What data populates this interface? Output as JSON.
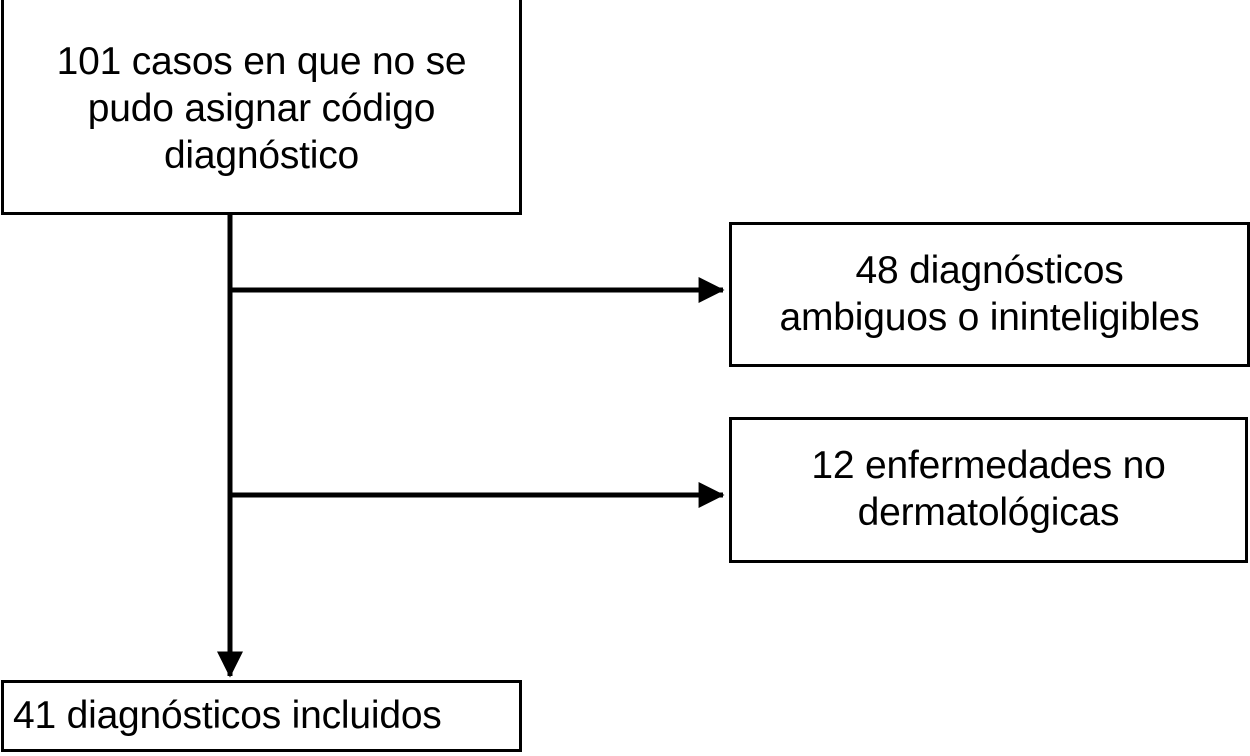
{
  "diagram": {
    "type": "flowchart",
    "orientation": "vertical-with-side-branches",
    "language": "es",
    "colors": {
      "stroke": "#000000",
      "fill": "#ffffff",
      "text": "#000000"
    },
    "nodes": [
      {
        "id": "source",
        "label": "101 casos en que no se\npudo asignar código\ndiagnóstico",
        "count": 101
      },
      {
        "id": "excluded_ambiguous",
        "label": "48 diagnósticos\nambiguos o ininteligibles",
        "count": 48
      },
      {
        "id": "excluded_nonderm",
        "label": "12 enfermedades no\ndermatológicas",
        "count": 12
      },
      {
        "id": "included",
        "label": "41 diagnósticos incluidos",
        "count": 41
      }
    ],
    "edges": [
      {
        "id": "edge-source-to-ambiguous",
        "from": "source",
        "to": "excluded_ambiguous",
        "arrow": "right"
      },
      {
        "id": "edge-source-to-nonderm",
        "from": "source",
        "to": "excluded_nonderm",
        "arrow": "right"
      },
      {
        "id": "edge-source-to-included",
        "from": "source",
        "to": "included",
        "arrow": "down"
      }
    ]
  }
}
